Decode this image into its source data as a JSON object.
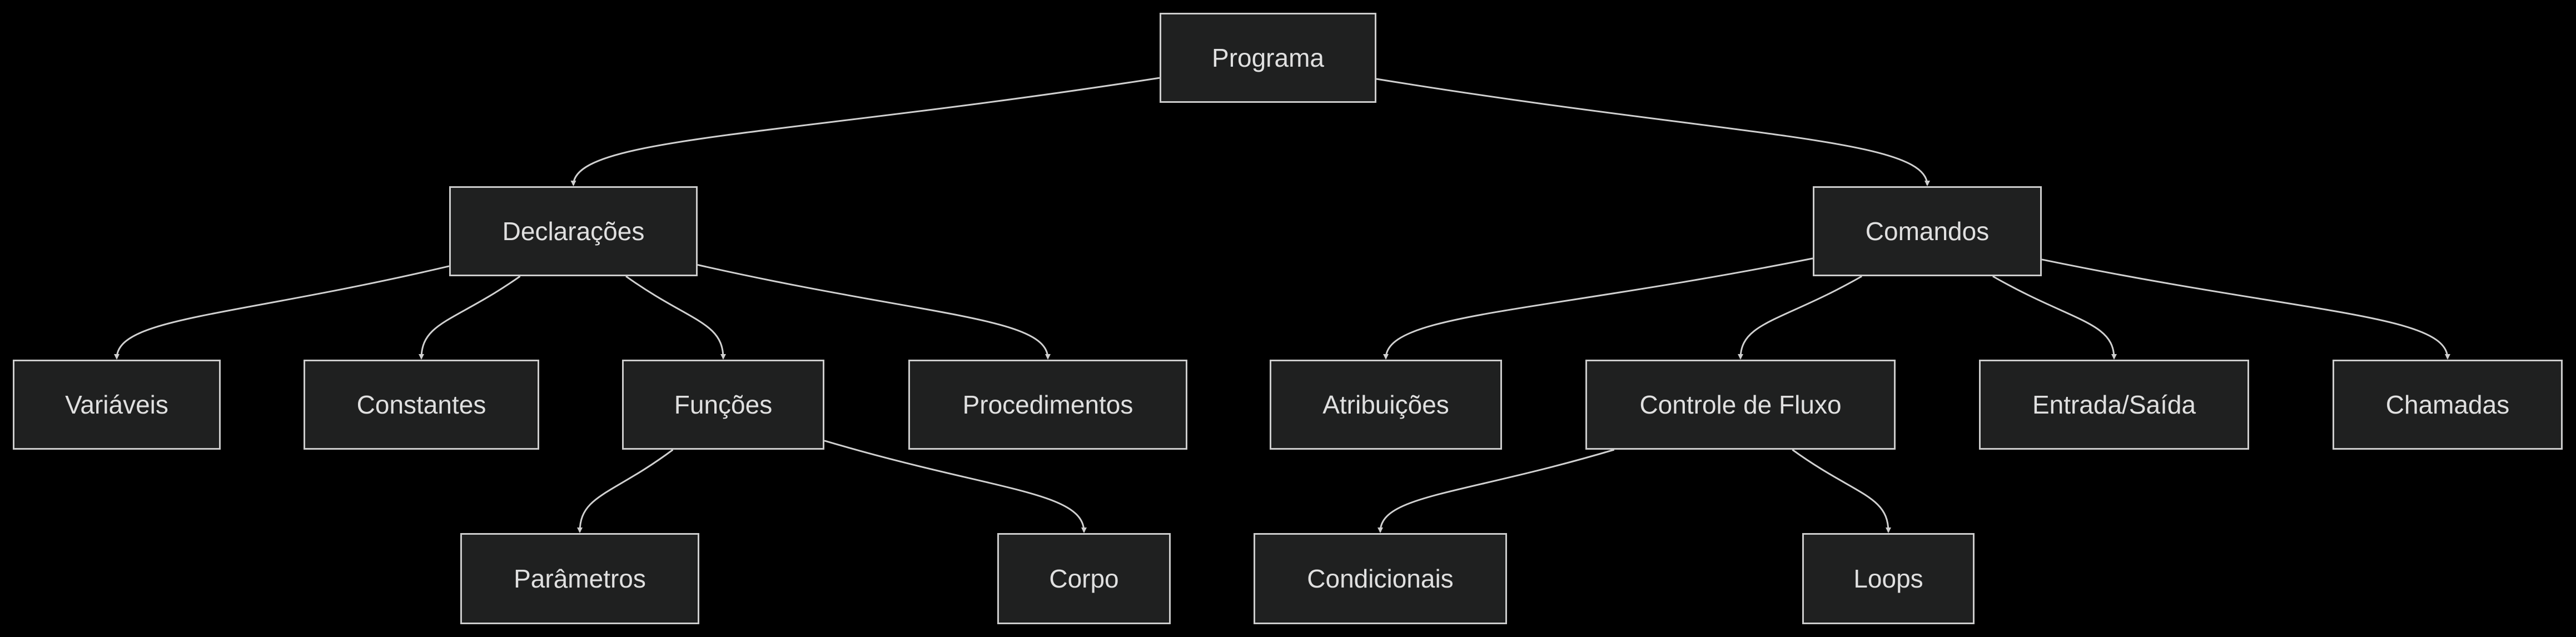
{
  "colors": {
    "background": "#000000",
    "node_fill": "#1f2020",
    "node_border": "#cccccc",
    "text": "#e0e0e0",
    "edge": "#d0d0d0"
  },
  "nodes": {
    "programa": "Programa",
    "declaracoes": "Declarações",
    "comandos": "Comandos",
    "variaveis": "Variáveis",
    "constantes": "Constantes",
    "funcoes": "Funções",
    "procedimentos": "Procedimentos",
    "atribuicoes": "Atribuições",
    "controle": "Controle de Fluxo",
    "entrada": "Entrada/Saída",
    "chamadas": "Chamadas",
    "parametros": "Parâmetros",
    "corpo": "Corpo",
    "condicionais": "Condicionais",
    "loops": "Loops"
  },
  "edges": [
    [
      "programa",
      "declaracoes"
    ],
    [
      "programa",
      "comandos"
    ],
    [
      "declaracoes",
      "variaveis"
    ],
    [
      "declaracoes",
      "constantes"
    ],
    [
      "declaracoes",
      "funcoes"
    ],
    [
      "declaracoes",
      "procedimentos"
    ],
    [
      "comandos",
      "atribuicoes"
    ],
    [
      "comandos",
      "controle"
    ],
    [
      "comandos",
      "entrada"
    ],
    [
      "comandos",
      "chamadas"
    ],
    [
      "funcoes",
      "parametros"
    ],
    [
      "funcoes",
      "corpo"
    ],
    [
      "controle",
      "condicionais"
    ],
    [
      "controle",
      "loops"
    ]
  ]
}
